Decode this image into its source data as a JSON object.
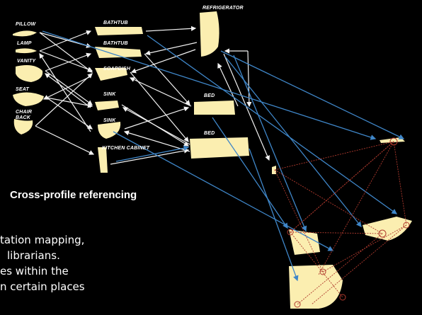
{
  "labels": {
    "pillow": "PILLOW",
    "lamp": "LAMP",
    "vanity": "VANITY",
    "seat": "SEAT",
    "chair_back_1": "CHAIR",
    "chair_back_2": "BACK",
    "bathtub_1": "BATHTUB",
    "bathtub_2": "BATHTUB",
    "soapdish": "SOAPDISH",
    "sink_1": "SINK",
    "sink_2": "SINK",
    "kitchen_cabinet": "KITCHEN CABINET",
    "refrigerator": "REFRIGERATOR",
    "bed_1": "BED",
    "bed_2": "BED"
  },
  "caption": "Cross-profile referencing",
  "body_text": [
    "tation mapping,",
    "librarians.",
    "es within the",
    "n certain places"
  ],
  "colors": {
    "background": "#000000",
    "shape_fill": "#fbeeb0",
    "white_arrows": "#f2f2f2",
    "blue_arrows": "#3f86c8",
    "red_links": "#b03a2e"
  }
}
